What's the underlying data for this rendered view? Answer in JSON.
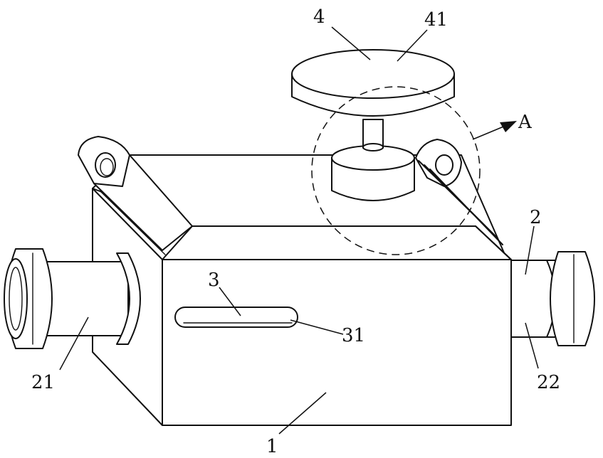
{
  "labels": {
    "body": "1",
    "connector": "2",
    "inlet_port": "21",
    "outlet_port": "22",
    "slot": "3",
    "slot_window": "31",
    "knob": "4",
    "knob_cap": "41",
    "detail_view": "A"
  }
}
